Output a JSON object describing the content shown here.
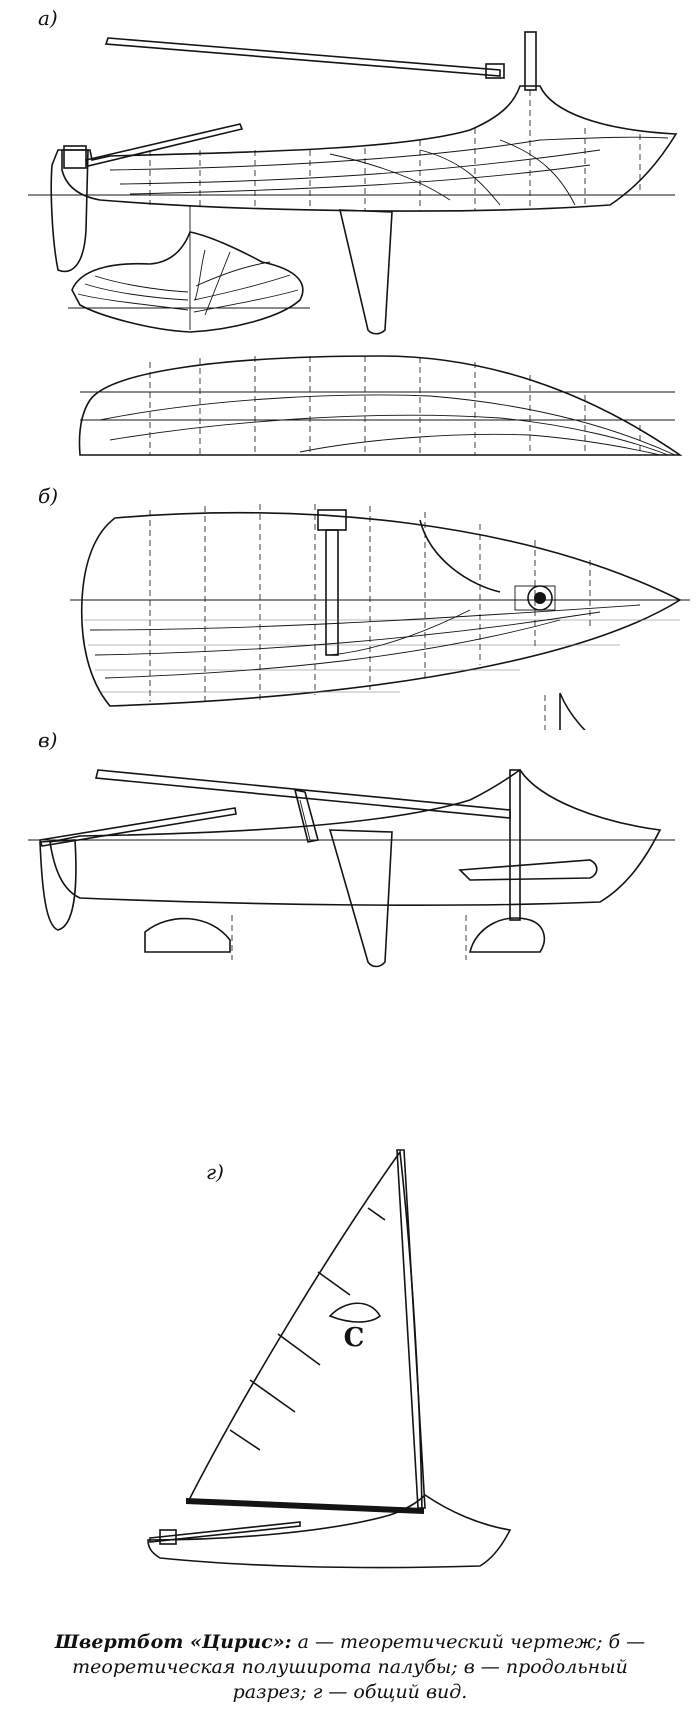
{
  "panels": {
    "a": "а)",
    "b": "б)",
    "v": "в)",
    "g": "г)"
  },
  "sail_insignia": "C",
  "caption": {
    "title": "Швертбот «Цирис»:",
    "text": " а — теоретический чертеж; б — теоретическая полуширота палубы; в — продольный разрез; г — общий вид."
  }
}
